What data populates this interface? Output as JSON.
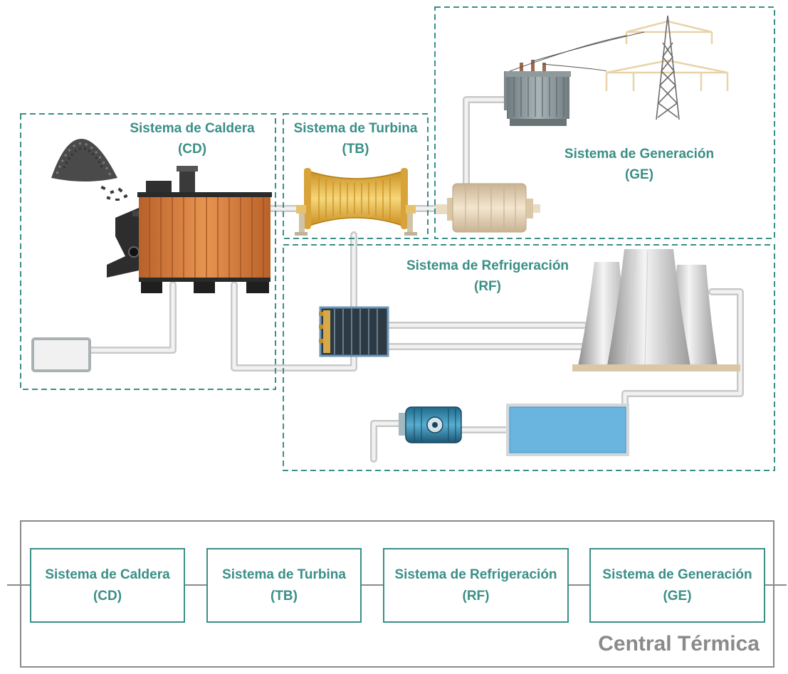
{
  "diagram": {
    "systems": [
      {
        "id": "cd",
        "title": "Sistema de Caldera",
        "code": "(CD)"
      },
      {
        "id": "tb",
        "title": "Sistema de Turbina",
        "code": "(TB)"
      },
      {
        "id": "rf",
        "title": "Sistema de Refrigeración",
        "code": "(RF)"
      },
      {
        "id": "ge",
        "title": "Sistema de Generación",
        "code": "(GE)"
      }
    ],
    "colors": {
      "accent": "#3a8f86",
      "pipe": "#dcdcdc",
      "boiler": "#d9803f",
      "turbine": "#e0b550",
      "water": "#6ab4e0",
      "frame": "#8a8a8a"
    }
  },
  "overview": {
    "blocks": [
      {
        "title": "Sistema de Caldera",
        "code": "(CD)"
      },
      {
        "title": "Sistema de Turbina",
        "code": "(TB)"
      },
      {
        "title": "Sistema de Refrigeración",
        "code": "(RF)"
      },
      {
        "title": "Sistema de Generación",
        "code": "(GE)"
      }
    ],
    "footer": "Central Térmica"
  }
}
